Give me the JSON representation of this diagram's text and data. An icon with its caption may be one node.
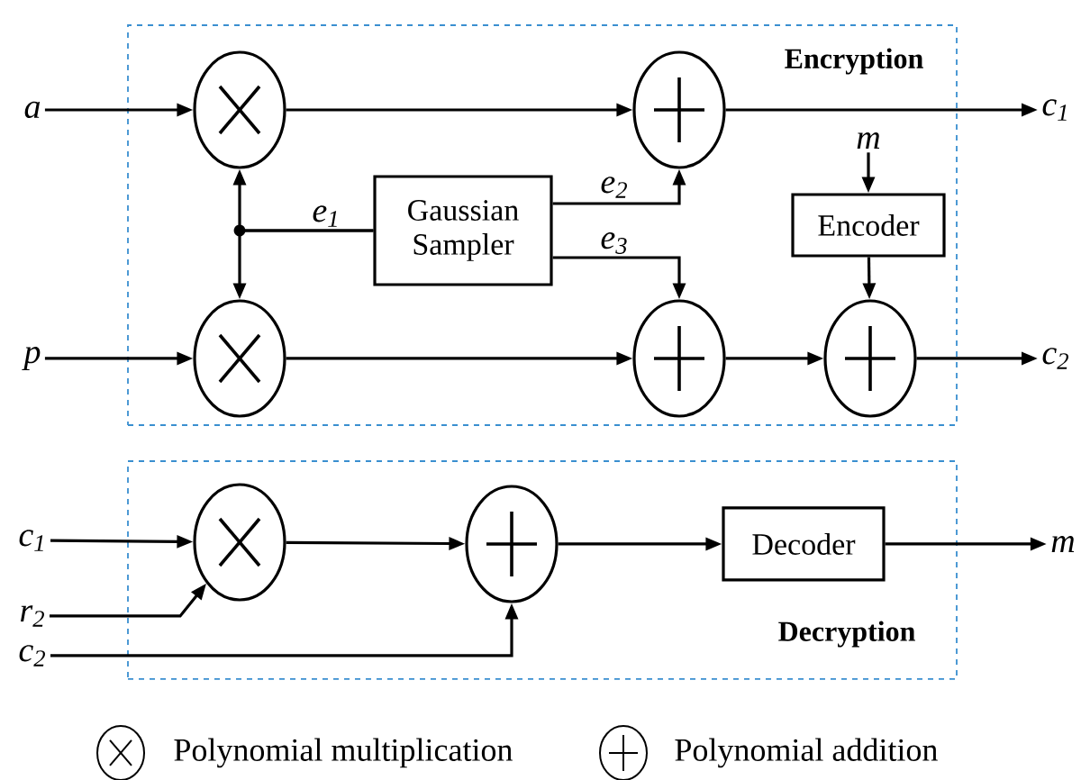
{
  "diagram": {
    "nodes": [
      {
        "text": [
          "Encryption"
        ]
      },
      {
        "text": [
          "a"
        ]
      },
      {
        "text": [],
        "shape": "circle",
        "in": 0
      },
      {
        "text": [],
        "shape": "circle",
        "in": 0
      },
      {
        "text": [
          "c$_{1}$"
        ]
      },
      {
        "text": [
          "m"
        ],
        "in": 0
      },
      {
        "text": [
          "Gaussian Sampler"
        ],
        "in": 0
      },
      {
        "text": [
          "Encoder"
        ],
        "in": 0
      },
      {
        "text": [
          "p"
        ]
      },
      {
        "text": [],
        "shape": "circle",
        "in": 0
      },
      {
        "text": [],
        "shape": "circle",
        "in": 0
      },
      {
        "text": [],
        "shape": "circle",
        "in": 0
      },
      {
        "text": [
          "c$_{2}$"
        ]
      },
      {
        "text": [
          "Decryption"
        ]
      },
      {
        "text": [
          "c$_{1}$"
        ]
      },
      {
        "text": [],
        "shape": "circle",
        "in": 13
      },
      {
        "text": [],
        "shape": "circle",
        "in": 13
      },
      {
        "text": [
          "Decoder"
        ],
        "in": 13
      },
      {
        "text": [
          "m"
        ]
      },
      {
        "text": [
          "r$_{2}$"
        ]
      },
      {
        "text": [
          "c$_{2}$"
        ]
      }
    ],
    "edges": [
      {
        "from": 1,
        "to": 2,
        "arrow": "to"
      },
      {
        "from": 2,
        "to": 3,
        "arrow": "to"
      },
      {
        "from": 3,
        "to": 4,
        "arrow": "to"
      },
      {
        "from": 6,
        "to": 2,
        "arrow": "to",
        "label": "e$_{1}$"
      },
      {
        "from": 6,
        "to": 9,
        "arrow": "to"
      },
      {
        "from": 6,
        "to": 3,
        "arrow": "to",
        "label": "e$_{2}$"
      },
      {
        "from": 6,
        "to": 10,
        "arrow": "to",
        "label": "e$_{3}$"
      },
      {
        "from": 5,
        "to": 7,
        "arrow": "to"
      },
      {
        "from": 7,
        "to": 11,
        "arrow": "to"
      },
      {
        "from": 8,
        "to": 9,
        "arrow": "to"
      },
      {
        "from": 9,
        "to": 10,
        "arrow": "to"
      },
      {
        "from": 10,
        "to": 11,
        "arrow": "to"
      },
      {
        "from": 11,
        "to": 12,
        "arrow": "to"
      },
      {
        "from": 14,
        "to": 15,
        "arrow": "to"
      },
      {
        "from": 19,
        "to": 15,
        "arrow": "to"
      },
      {
        "from": 15,
        "to": 16,
        "arrow": "to"
      },
      {
        "from": 20,
        "to": 16,
        "arrow": "to"
      },
      {
        "from": 16,
        "to": 17,
        "arrow": "to"
      },
      {
        "from": 17,
        "to": 18,
        "arrow": "to"
      }
    ],
    "legend": [
      {
        "text": "Polynomial multiplication"
      },
      {
        "text": "Polynomial addition"
      }
    ]
  }
}
